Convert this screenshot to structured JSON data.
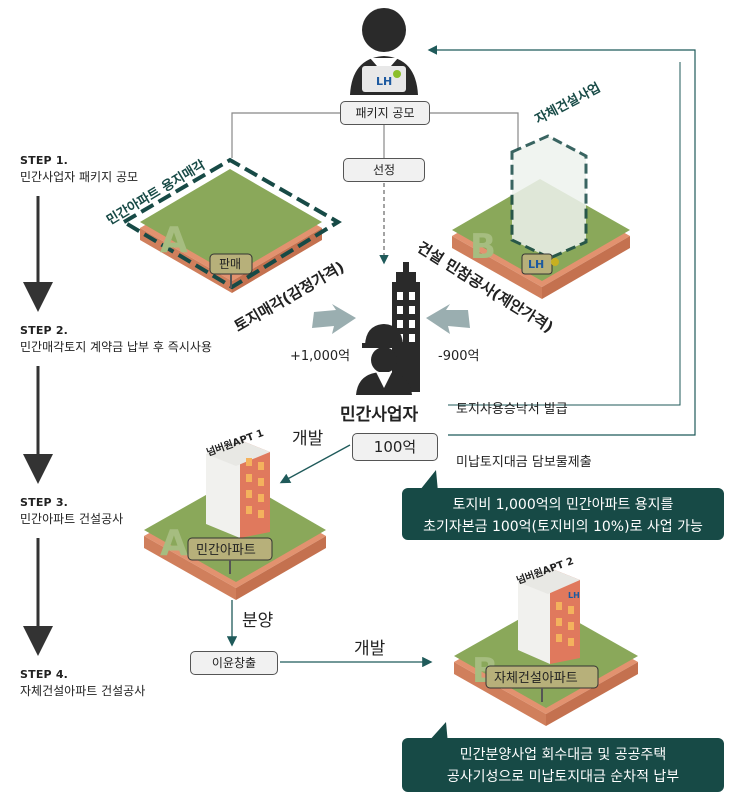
{
  "logo_text": "LH",
  "steps": [
    {
      "label": "STEP 1.",
      "text": "민간사업자 패키지 공모"
    },
    {
      "label": "STEP 2.",
      "text": "민간매각토지 계약금 납부 후 즉시사용"
    },
    {
      "label": "STEP 3.",
      "text": "민간아파트 건설공사"
    },
    {
      "label": "STEP 4.",
      "text": "자체건설아파트 건설공사"
    }
  ],
  "nodes": {
    "package": "패키지 공모",
    "select": "선정",
    "private_operator": "민간사업자",
    "capital": "100억",
    "profit": "이윤창출"
  },
  "land_a": {
    "letter": "A",
    "tag": "민간아파트 용지매각",
    "sign": "판매",
    "arrow_label": "토지매각(감정가격)",
    "amount": "+1,000억"
  },
  "land_b": {
    "letter": "B",
    "tag": "자체건설사업",
    "arrow_label": "건설 민참공사(제안가격)",
    "amount": "-900억"
  },
  "labels": {
    "land_use_permit": "토지사용승낙서 발급",
    "collateral": "미납토지대금 담보물제출",
    "develop1": "개발",
    "develop2": "개발",
    "sale": "분양"
  },
  "apt_a": {
    "letter": "A",
    "building": "넘버원APT 1",
    "sign": "민간아파트"
  },
  "apt_b": {
    "letter": "B",
    "building": "넘버원APT 2",
    "sign": "자체건설아파트"
  },
  "callouts": {
    "c1_line1": "토지비 1,000억의 민간아파트 용지를",
    "c1_line2": "초기자본금 100억(토지비의 10%)로 사업 가능",
    "c2_line1": "민간분양사업 회수대금 및 공공주택",
    "c2_line2": "공사기성으로 미납토지대금 순차적 납부"
  },
  "colors": {
    "dark_green": "#174a46",
    "land_green": "#8aa85a",
    "soil": "#e2926f",
    "gray_arrow": "#9aaeb0"
  }
}
